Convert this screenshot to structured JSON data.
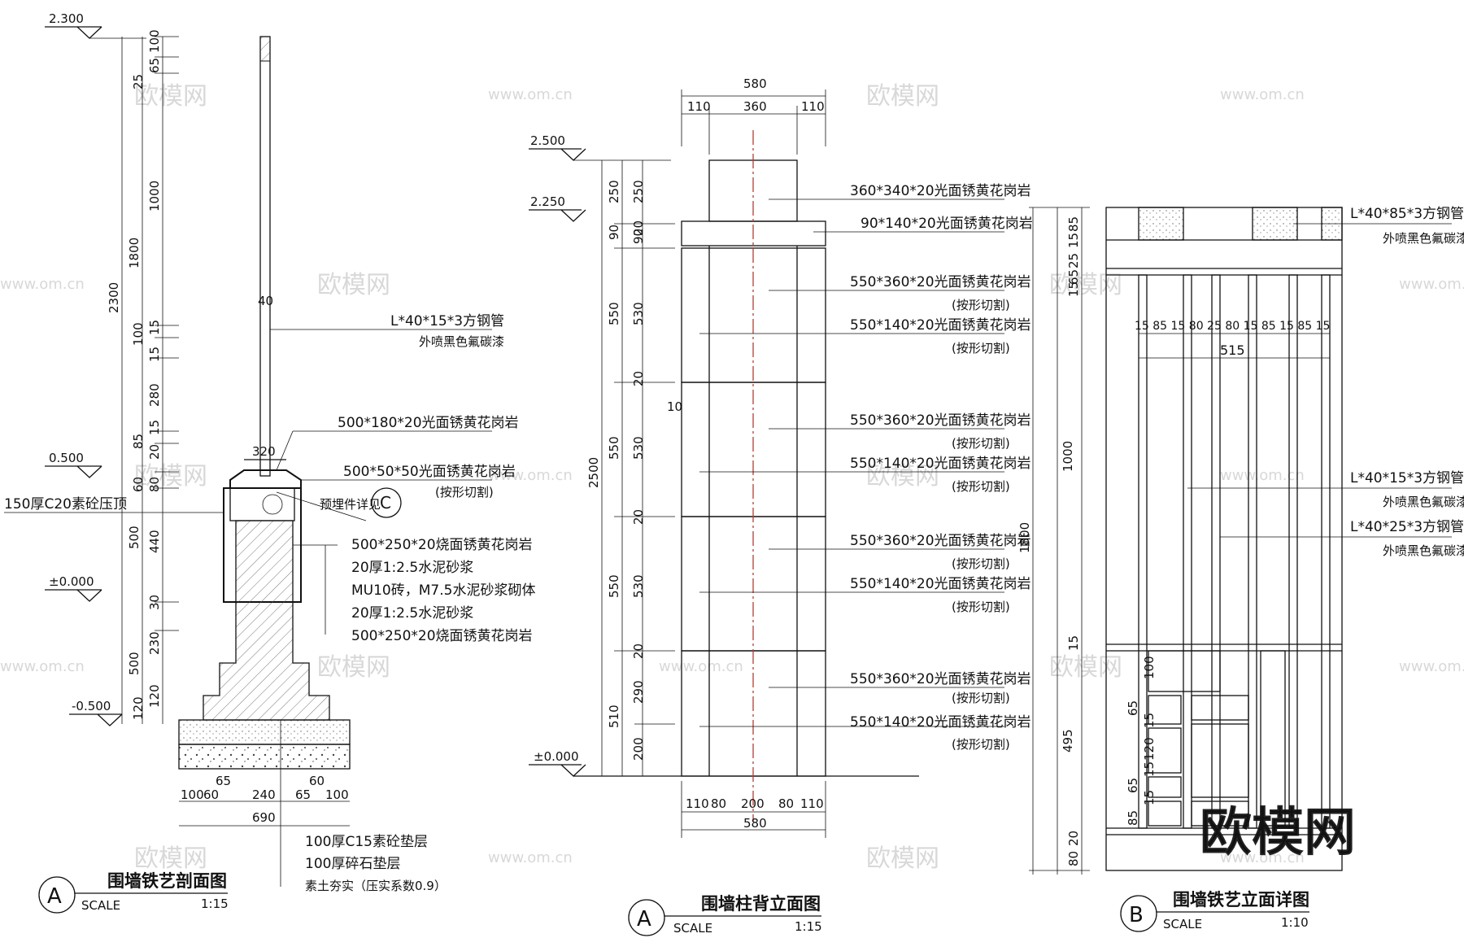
{
  "watermark": {
    "text": "欧模网",
    "url": "www.om.cn",
    "big": "欧模网"
  },
  "section_a": {
    "levels": [
      "2.300",
      "0.500",
      "±0.000",
      "-0.500"
    ],
    "dims_left": [
      "2300",
      "1800",
      "500",
      "500"
    ],
    "dims_inner": [
      "100",
      "65",
      "25",
      "1000",
      "15",
      "100",
      "15",
      "280",
      "15",
      "85",
      "20",
      "60",
      "80",
      "440",
      "30",
      "230",
      "120",
      "120"
    ],
    "dim_top": "40",
    "dim_cap": "320",
    "labels": [
      "L*40*15*3方钢管",
      "外喷黑色氟碳漆",
      "500*180*20光面锈黄花岗岩",
      "500*50*50光面锈黄花岗岩",
      "(按形切割)",
      "150厚C20素砼压顶",
      "预埋件详见",
      "500*250*20烧面锈黄花岗岩",
      "20厚1:2.5水泥砂浆",
      "MU10砖，M7.5水泥砂浆砌体",
      "20厚1:2.5水泥砂浆",
      "500*250*20烧面锈黄花岗岩",
      "100厚C15素砼垫层",
      "100厚碎石垫层",
      "素土夯实（压实系数0.9）"
    ],
    "detail_ref": "C",
    "bottom_dims": [
      "65",
      "60",
      "100",
      "60",
      "240",
      "65",
      "100",
      "690"
    ],
    "title": "围墙铁艺剖面图",
    "mark": "A",
    "scale_label": "SCALE",
    "scale": "1:15"
  },
  "pillar_b": {
    "levels": [
      "2.500",
      "2.250",
      "±0.000"
    ],
    "top_dims": [
      "580",
      "110",
      "360",
      "110"
    ],
    "bottom_dims": [
      "110",
      "80",
      "200",
      "80",
      "110",
      "580"
    ],
    "left_dims_outer": [
      "250",
      "90",
      "550",
      "550",
      "550",
      "510"
    ],
    "left_dims_inner": [
      "250",
      "20",
      "90",
      "530",
      "20",
      "530",
      "20",
      "530",
      "20",
      "290",
      "200"
    ],
    "left_total": "2500",
    "joint": "10",
    "labels": [
      "360*340*20光面锈黄花岗岩",
      "90*140*20光面锈黄花岗岩",
      "550*360*20光面锈黄花岗岩",
      "(按形切割)",
      "550*140*20光面锈黄花岗岩",
      "(按形切割)",
      "550*360*20光面锈黄花岗岩",
      "(按形切割)",
      "550*140*20光面锈黄花岗岩",
      "(按形切割)",
      "550*360*20光面锈黄花岗岩",
      "(按形切割)",
      "550*140*20光面锈黄花岗岩",
      "(按形切割)",
      "550*360*20光面锈黄花岗岩",
      "(按形切割)",
      "550*140*20光面锈黄花岗岩",
      "(按形切割)"
    ],
    "title": "围墙柱背立面图",
    "mark": "A",
    "scale_label": "SCALE",
    "scale": "1:15"
  },
  "iron_c": {
    "labels": [
      "L*40*85*3方钢管",
      "外喷黑色氟碳漆",
      "L*40*15*3方钢管",
      "外喷黑色氟碳漆",
      "L*40*25*3方钢管",
      "外喷黑色氟碳漆"
    ],
    "inner_dims": "15 85 15 80 25 80 15 85 15 85 15",
    "width_dim": "515",
    "left_dims": [
      "1800",
      "15",
      "85",
      "25",
      "65",
      "15",
      "1000",
      "495",
      "15",
      "100",
      "65",
      "15",
      "120",
      "15",
      "65",
      "15",
      "85",
      "20",
      "80"
    ],
    "title": "围墙铁艺立面详图",
    "mark": "B",
    "scale_label": "SCALE",
    "scale": "1:10"
  }
}
